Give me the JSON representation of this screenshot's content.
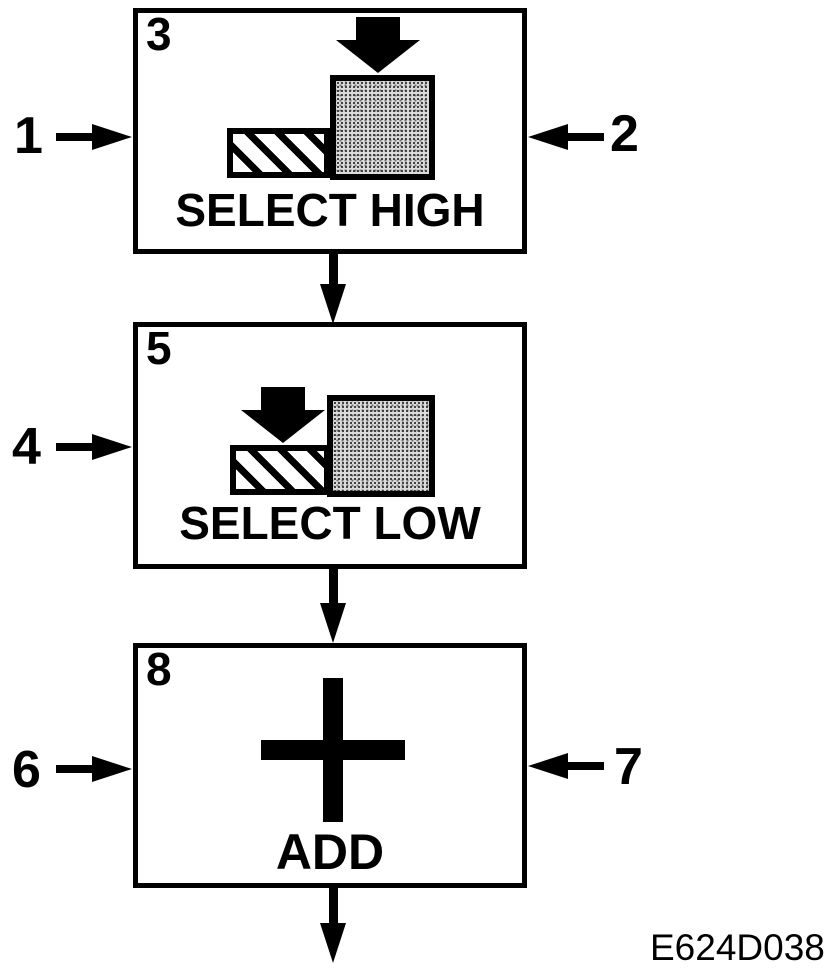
{
  "diagram": {
    "caption": "E624D038",
    "boxes": [
      {
        "number": "3",
        "label": "SELECT HIGH",
        "icon": "down-arrow-on-high-bar-icon"
      },
      {
        "number": "5",
        "label": "SELECT LOW",
        "icon": "down-arrow-on-low-bar-icon"
      },
      {
        "number": "8",
        "label": "ADD",
        "icon": "plus-icon"
      }
    ],
    "callouts": [
      {
        "number": "1",
        "side": "left",
        "points_to_box": "3"
      },
      {
        "number": "2",
        "side": "right",
        "points_to_box": "3"
      },
      {
        "number": "4",
        "side": "left",
        "points_to_box": "5"
      },
      {
        "number": "6",
        "side": "left",
        "points_to_box": "8"
      },
      {
        "number": "7",
        "side": "right",
        "points_to_box": "8"
      }
    ],
    "icons": {
      "down_arrow": "thick black block arrow pointing down",
      "high_bar": "tall stippled gray bar",
      "low_bar": "short diagonal-hatched bar",
      "plus": "black plus cross",
      "connector_arrow": "narrow vertical arrow pointing down",
      "callout_arrow": "horizontal arrow pointing at box edge"
    },
    "colors": {
      "ink": "#000000",
      "background": "#ffffff",
      "bar_gray_fill": "#dcdcdc"
    }
  }
}
